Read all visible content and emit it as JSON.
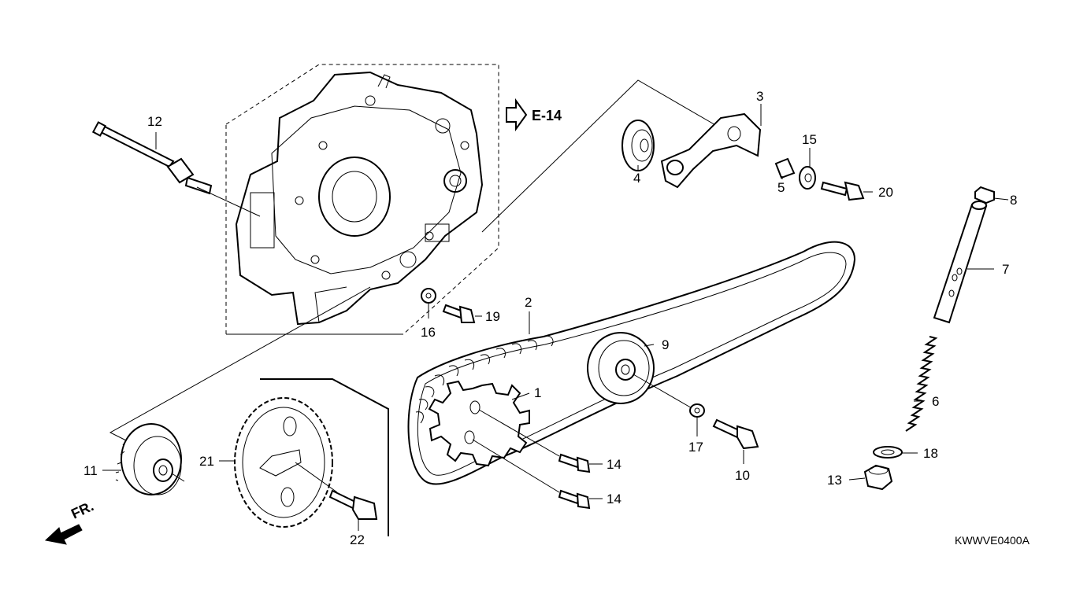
{
  "diagram": {
    "part_labels": [
      {
        "id": "p1",
        "text": "1"
      },
      {
        "id": "p2",
        "text": "2"
      },
      {
        "id": "p3",
        "text": "3"
      },
      {
        "id": "p4",
        "text": "4"
      },
      {
        "id": "p5",
        "text": "5"
      },
      {
        "id": "p6",
        "text": "6"
      },
      {
        "id": "p7",
        "text": "7"
      },
      {
        "id": "p8",
        "text": "8"
      },
      {
        "id": "p9",
        "text": "9"
      },
      {
        "id": "p10",
        "text": "10"
      },
      {
        "id": "p11",
        "text": "11"
      },
      {
        "id": "p12",
        "text": "12"
      },
      {
        "id": "p13",
        "text": "13"
      },
      {
        "id": "p14a",
        "text": "14"
      },
      {
        "id": "p14b",
        "text": "14"
      },
      {
        "id": "p15",
        "text": "15"
      },
      {
        "id": "p16",
        "text": "16"
      },
      {
        "id": "p17",
        "text": "17"
      },
      {
        "id": "p18",
        "text": "18"
      },
      {
        "id": "p19",
        "text": "19"
      },
      {
        "id": "p20",
        "text": "20"
      },
      {
        "id": "p21",
        "text": "21"
      },
      {
        "id": "p22",
        "text": "22"
      }
    ],
    "reference": "E-14",
    "front_marker": "FR.",
    "diagram_code": "KWWVE0400A"
  }
}
